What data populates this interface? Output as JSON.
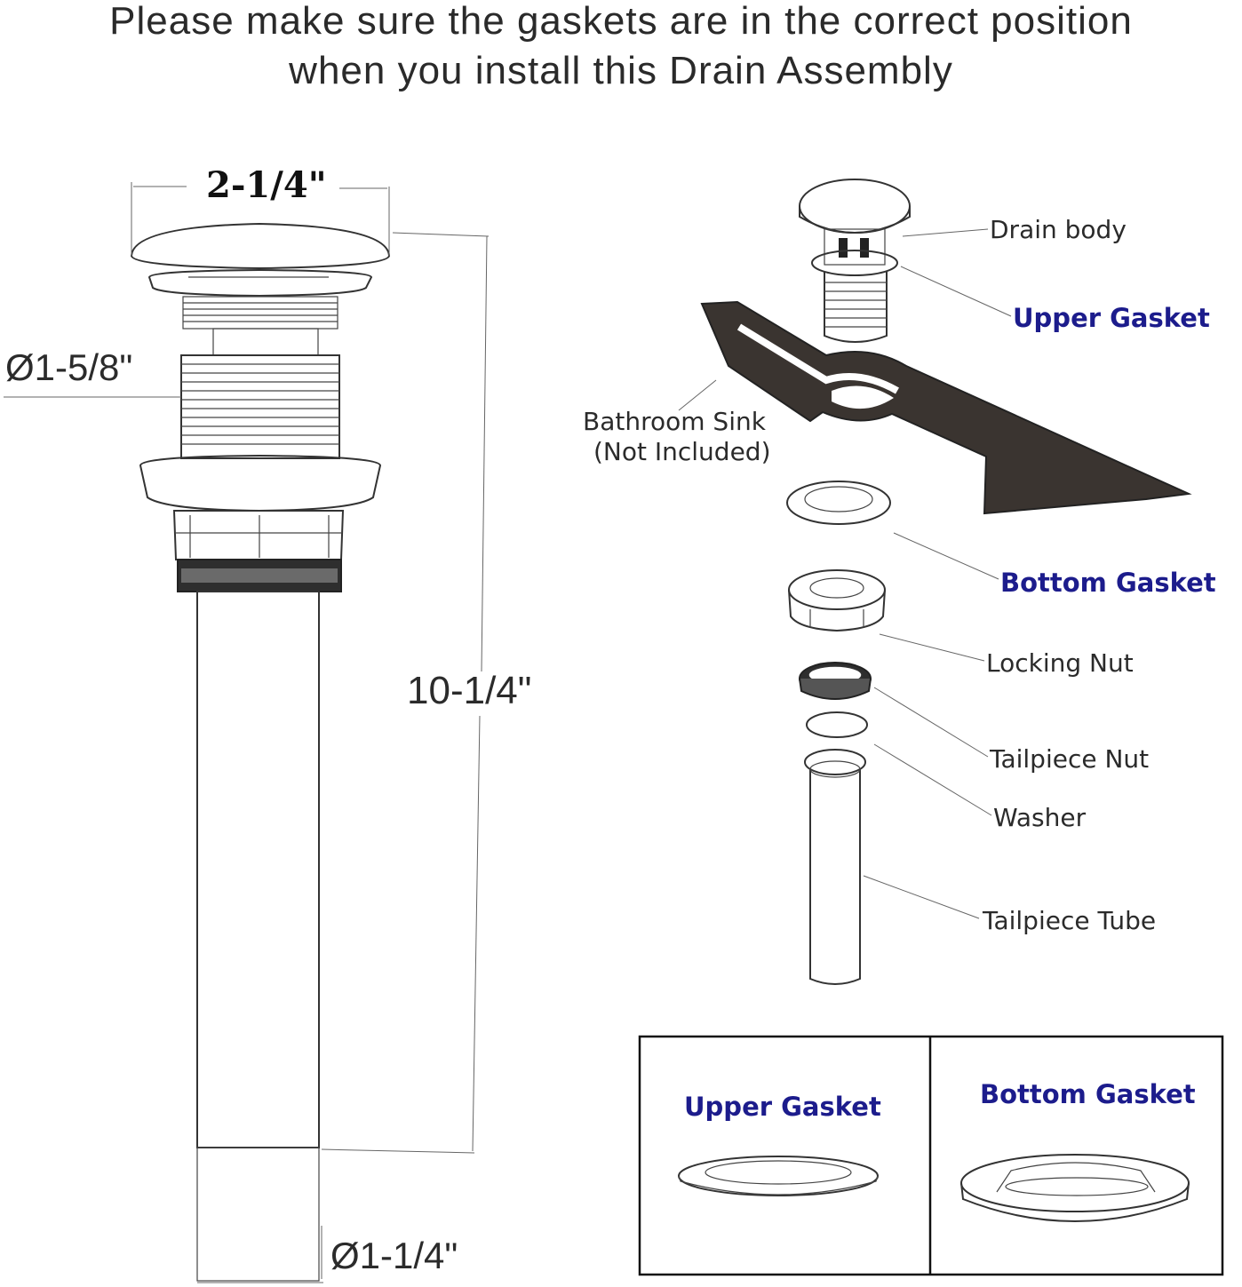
{
  "headline": {
    "line1": "Please make sure the gaskets are in the correct position",
    "line2": "when you install this Drain Assembly"
  },
  "dimensions": {
    "cap_diameter": "2-1/4\"",
    "thread_diameter": "Ø1-5/8\"",
    "total_length": "10-1/4\"",
    "tube_diameter": "Ø1-1/4\""
  },
  "parts": {
    "drain_body": "Drain body",
    "upper_gasket": "Upper Gasket",
    "sink_line1": "Bathroom Sink",
    "sink_line2": "(Not Included)",
    "bottom_gasket": "Bottom Gasket",
    "locking_nut": "Locking Nut",
    "tailpiece_nut": "Tailpiece Nut",
    "washer": "Washer",
    "tailpiece_tube": "Tailpiece Tube"
  },
  "legend_box": {
    "upper_gasket": "Upper Gasket",
    "bottom_gasket": "Bottom Gasket"
  },
  "colors": {
    "label_blue": "#1c1c8c",
    "line": "#333333",
    "sink_fill": "#3a3430"
  }
}
